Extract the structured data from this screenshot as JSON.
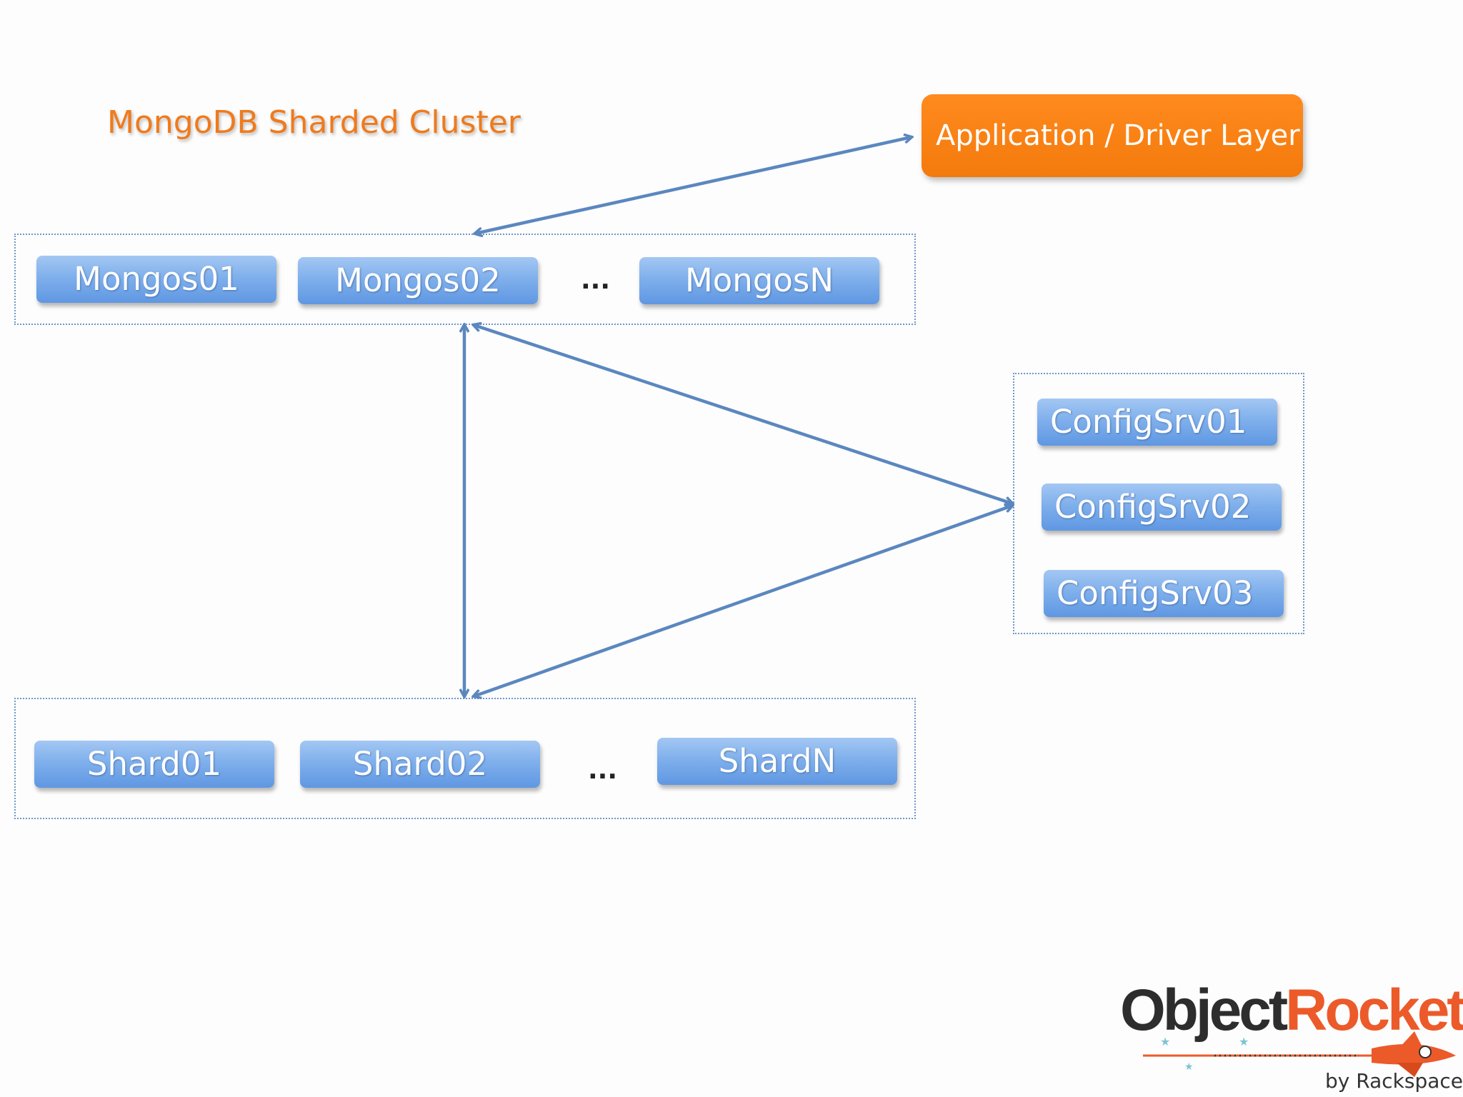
{
  "title": "MongoDB Sharded Cluster",
  "app_layer": "Application / Driver Layer",
  "mongos": {
    "nodes": [
      "Mongos01",
      "Mongos02",
      "MongosN"
    ],
    "ellipsis": "..."
  },
  "config": {
    "nodes": [
      "ConfigSrv01",
      "ConfigSrv02",
      "ConfigSrv03"
    ]
  },
  "shards": {
    "nodes": [
      "Shard01",
      "Shard02",
      "ShardN"
    ],
    "ellipsis": "..."
  },
  "logo": {
    "word1": "Object",
    "word2": "Rocket",
    "byline": "by Rackspace"
  },
  "colors": {
    "accent": "#f07a1c",
    "node": "#6fa3e8",
    "arrow": "#5b87bf",
    "rocket": "#ec5a2a"
  }
}
